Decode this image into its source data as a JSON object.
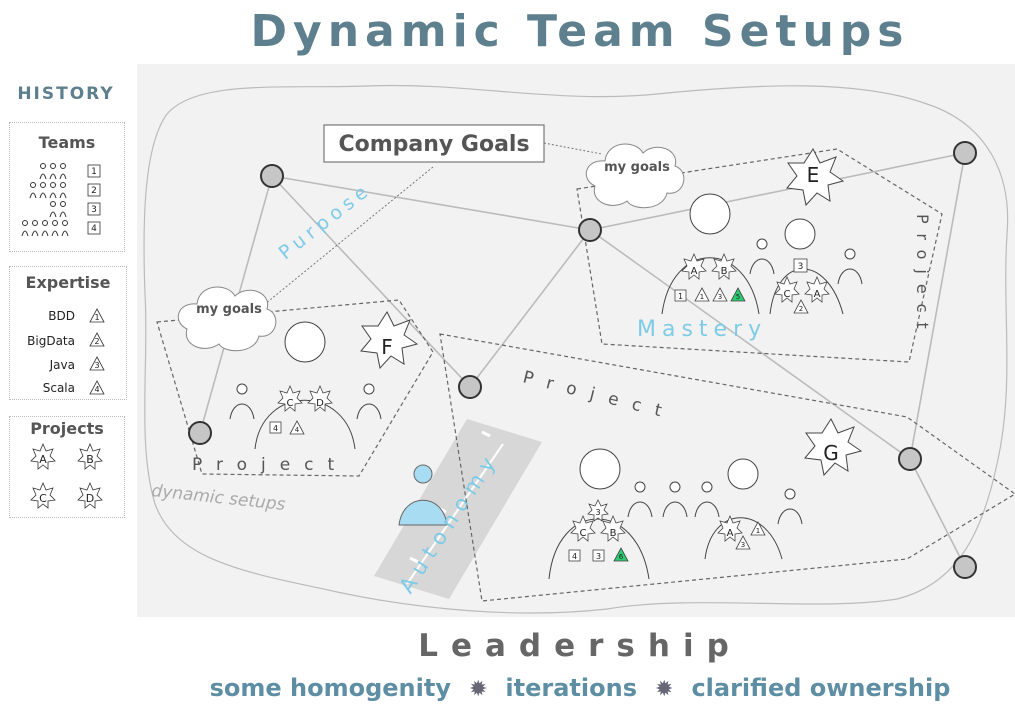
{
  "title": "Dynamic Team Setups",
  "history": {
    "heading": "HISTORY",
    "teams": {
      "title": "Teams",
      "items": [
        "1",
        "2",
        "3",
        "4"
      ]
    },
    "expertise": {
      "title": "Expertise",
      "items": [
        {
          "name": "BDD",
          "level": "1"
        },
        {
          "name": "BigData",
          "level": "2"
        },
        {
          "name": "Java",
          "level": "3"
        },
        {
          "name": "Scala",
          "level": "4"
        }
      ]
    },
    "projects": {
      "title": "Projects",
      "items": [
        "A",
        "B",
        "C",
        "D"
      ]
    }
  },
  "diagram": {
    "company_goals": "Company Goals",
    "my_goals": "my goals",
    "purpose": "Purpose",
    "mastery": "Mastery",
    "autonomy": "Autonomy",
    "project_label": "Project",
    "dynamic_setups": "dynamic setups",
    "teams": {
      "E": {
        "star": "E",
        "p1_projects": [
          "A",
          "B"
        ],
        "p1_badges": [
          "1",
          "1",
          "3",
          "5"
        ],
        "p2_top_badge": "3",
        "p2_projects": [
          "C",
          "A"
        ],
        "p2_badge": "2"
      },
      "F": {
        "star": "F",
        "p1_projects": [
          "C",
          "D"
        ],
        "p1_badges": [
          "4",
          "4"
        ]
      },
      "G": {
        "star": "G",
        "p1_projects": [
          "C",
          "B"
        ],
        "p1_top_badge": "3",
        "p1_badges": [
          "4",
          "3",
          "6"
        ],
        "p2_project": "A",
        "p2_badges": [
          "1",
          "3"
        ]
      }
    },
    "colors": {
      "accent_blue": "#7ecbe8",
      "highlight_green": "#2ecc71",
      "node_gray": "#c6c6c6",
      "title_blue": "#5e7f8d",
      "footer_blue": "#5e8ea3"
    }
  },
  "leadership": "Leadership",
  "footer": {
    "item1": "some homogenity",
    "item2": "iterations",
    "item3": "clarified ownership"
  }
}
